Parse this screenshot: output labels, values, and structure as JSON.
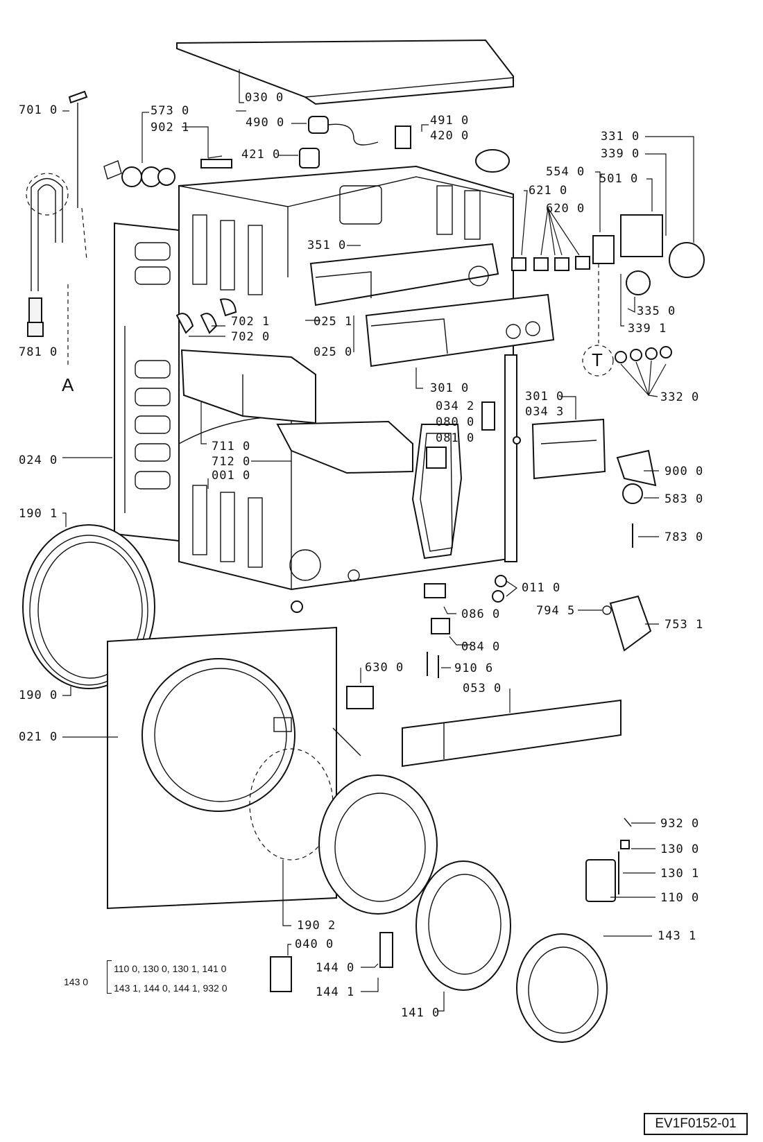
{
  "diagram_code": "EV1F0152-01",
  "circle_labels": {
    "A": "A",
    "T": "T"
  },
  "part_labels": {
    "p0300": "030 0",
    "p7010": "701 0",
    "p5730": "573 0",
    "p9021": "902 1",
    "p4900": "490 0",
    "p4910": "491 0",
    "p4200": "420 0",
    "p4210": "421 0",
    "p3310": "331 0",
    "p3390": "339 0",
    "p5540": "554 0",
    "p5010": "501 0",
    "p6210": "621 0",
    "p6200": "620 0",
    "p3510": "351 0",
    "p3350": "335 0",
    "p3391": "339 1",
    "p7021": "702 1",
    "p7020": "702 0",
    "p0251": "025 1",
    "p0250": "025 0",
    "p7810": "781 0",
    "p3320": "332 0",
    "p3010a": "301 0",
    "p3010b": "301 0",
    "p0342": "034 2",
    "p0343": "034 3",
    "p0800": "080 0",
    "p0810": "081 0",
    "p7110": "711 0",
    "p7120": "712 0",
    "p0010": "001 0",
    "p0240": "024 0",
    "p9000": "900 0",
    "p5830": "583 0",
    "p1901": "190 1",
    "p7830": "783 0",
    "p0110": "011 0",
    "p0860": "086 0",
    "p7945": "794 5",
    "p7531": "753 1",
    "p0840": "084 0",
    "p6300": "630 0",
    "p9106": "910 6",
    "p0530": "053 0",
    "p1900": "190 0",
    "p0210": "021 0",
    "p9320": "932 0",
    "p1300": "130 0",
    "p1301": "130 1",
    "p1100": "110 0",
    "p1902": "190 2",
    "p1431": "143 1",
    "p0400": "040 0",
    "p1440": "144 0",
    "p1441": "144 1",
    "p1410": "141 0"
  },
  "kit": {
    "id": "143 0",
    "line1": "110 0, 130 0, 130 1, 141 0",
    "line2": "143 1, 144 0, 144 1, 932 0"
  }
}
